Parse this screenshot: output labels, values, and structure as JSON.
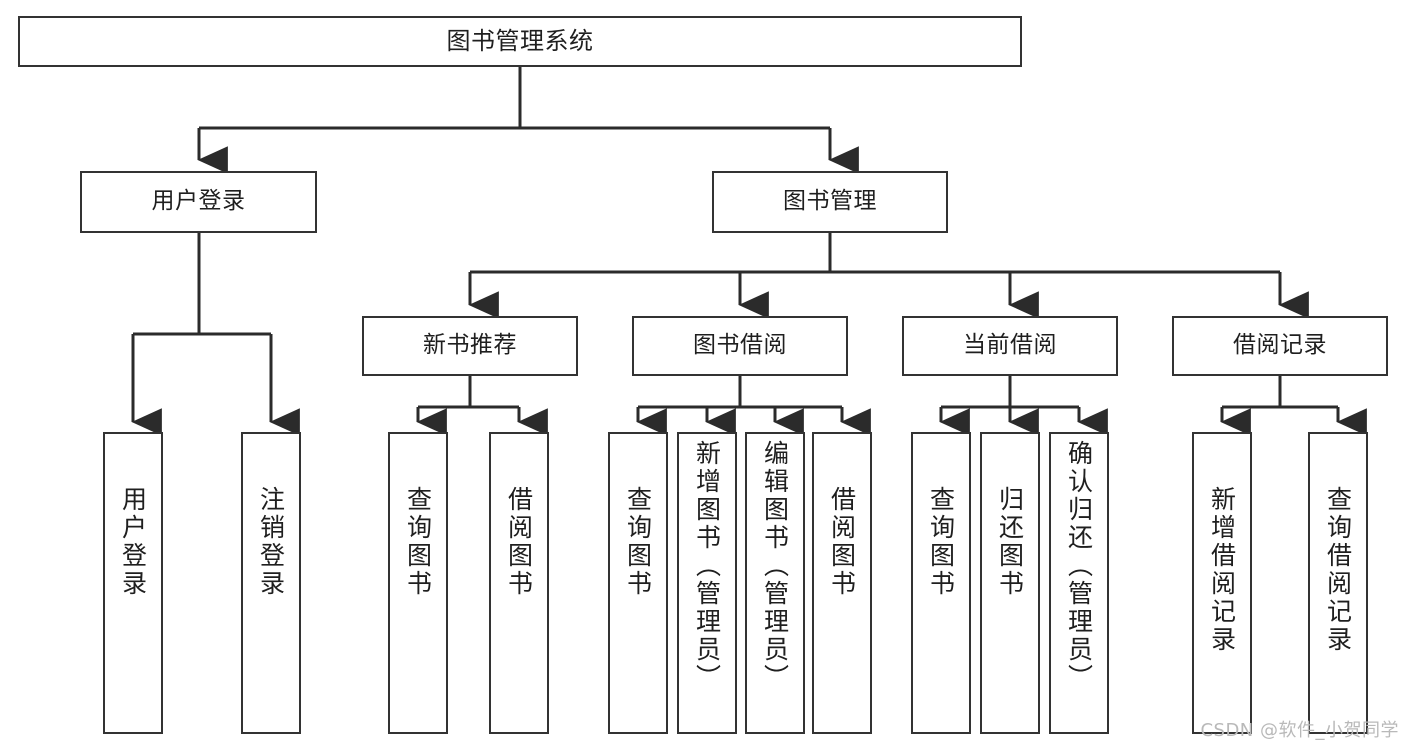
{
  "diagram": {
    "title": "图书管理系统",
    "type": "tree-hierarchy-diagram",
    "root": {
      "label": "图书管理系统"
    },
    "level2": [
      {
        "label": "用户登录"
      },
      {
        "label": "图书管理"
      }
    ],
    "level3": [
      {
        "label": "新书推荐"
      },
      {
        "label": "图书借阅"
      },
      {
        "label": "当前借阅"
      },
      {
        "label": "借阅记录"
      }
    ],
    "leaves": {
      "user_login": [
        {
          "label": "用户登录"
        },
        {
          "label": "注销登录"
        }
      ],
      "new_book_recommend": [
        {
          "label": "查询图书"
        },
        {
          "label": "借阅图书"
        }
      ],
      "book_borrow": [
        {
          "label": "查询图书"
        },
        {
          "label": "新增图书（管理员）"
        },
        {
          "label": "编辑图书（管理员）"
        },
        {
          "label": "借阅图书"
        }
      ],
      "current_borrow": [
        {
          "label": "查询图书"
        },
        {
          "label": "归还图书"
        },
        {
          "label": "确认归还（管理员）"
        }
      ],
      "borrow_record": [
        {
          "label": "新增借阅记录"
        },
        {
          "label": "查询借阅记录"
        }
      ]
    }
  },
  "watermark": {
    "text": "CSDN @软件_小贺同学"
  },
  "colors": {
    "border": "#333333",
    "background": "#ffffff",
    "text": "#1f1f1f",
    "watermark": "#b9b9b9"
  }
}
